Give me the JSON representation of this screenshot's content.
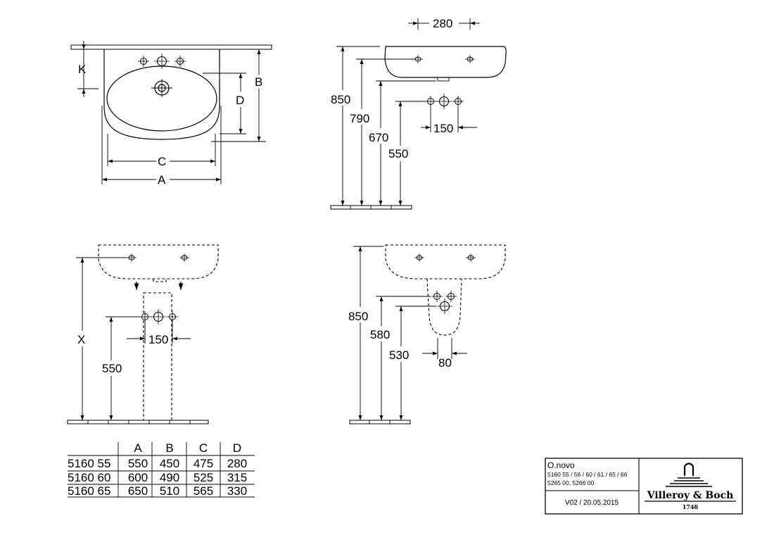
{
  "views": {
    "top": {
      "labels": {
        "k": "K",
        "d": "D",
        "b": "B",
        "c": "C",
        "a": "A"
      }
    },
    "side": {
      "width": "280",
      "h850": "850",
      "h790": "790",
      "h670": "670",
      "h550": "550",
      "spacing": "150"
    },
    "front_pedestal": {
      "x": "X",
      "spacing": "150",
      "h550": "550"
    },
    "side_pedestal": {
      "h850": "850",
      "h580": "580",
      "h530": "530",
      "w80": "80"
    }
  },
  "table": {
    "headers": [
      "",
      "A",
      "B",
      "C",
      "D"
    ],
    "rows": [
      [
        "5160 55",
        "550",
        "450",
        "475",
        "280"
      ],
      [
        "5160 60",
        "600",
        "490",
        "525",
        "315"
      ],
      [
        "5160 65",
        "650",
        "510",
        "565",
        "330"
      ]
    ]
  },
  "title_block": {
    "product": "O.novo",
    "articles_line1": "5160 55 / 56 / 60 / 61 / 65 / 66",
    "articles_line2": "5265 00, 5266 00",
    "version": "V02 / 20.05.2015",
    "brand": "Villeroy & Boch",
    "year": "1748"
  }
}
